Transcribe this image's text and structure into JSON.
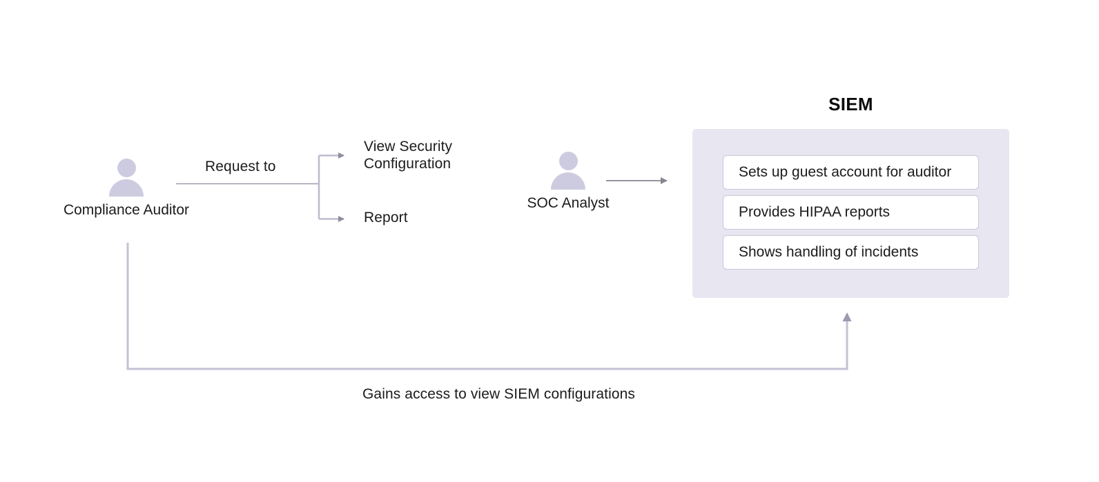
{
  "diagram": {
    "type": "flow-diagram",
    "background": "#ffffff",
    "colors": {
      "connector": "#b9b7cc",
      "connector_dark": "#8a8a98",
      "actor_fill": "#cdcbdf",
      "group_fill": "#e8e6f1",
      "card_fill": "#ffffff",
      "card_border": "#c9c6dc",
      "text": "#1b1b1b"
    },
    "actors": [
      {
        "id": "compliance-auditor",
        "name": "Compliance Auditor",
        "icon": "person-icon"
      },
      {
        "id": "soc-analyst",
        "name": "SOC Analyst",
        "icon": "person-icon"
      }
    ],
    "edge_labels": {
      "request_to": "Request to",
      "view_security_configuration": "View Security\nConfiguration",
      "report": "Report",
      "gains_access": "Gains access to view SIEM configurations"
    },
    "group": {
      "title": "SIEM",
      "cards": [
        {
          "label": "Sets up guest account for auditor"
        },
        {
          "label": "Provides HIPAA reports"
        },
        {
          "label": "Shows handling of incidents"
        }
      ]
    }
  }
}
